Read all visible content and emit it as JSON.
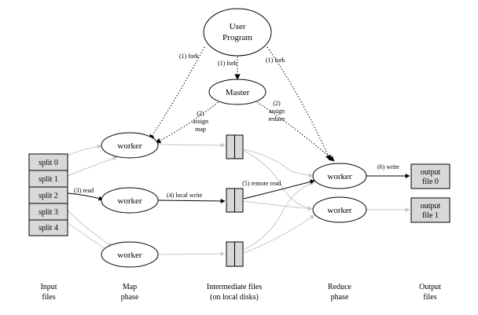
{
  "user_program": {
    "line1": "User",
    "line2": "Program"
  },
  "master": {
    "label": "Master"
  },
  "workers": {
    "map_top": "worker",
    "map_mid": "worker",
    "map_bot": "worker",
    "reduce_top": "worker",
    "reduce_bot": "worker"
  },
  "splits": [
    "split 0",
    "split 1",
    "split 2",
    "split 3",
    "split 4"
  ],
  "outputs": [
    {
      "line1": "output",
      "line2": "file 0"
    },
    {
      "line1": "output",
      "line2": "file 1"
    }
  ],
  "edge_labels": {
    "fork_left": "(1) fork",
    "fork_mid": "(1) fork",
    "fork_right": "(1) fork",
    "assign_map": {
      "l1": "(2)",
      "l2": "assign",
      "l3": "map"
    },
    "assign_reduce": {
      "l1": "(2)",
      "l2": "assign",
      "l3": "reduce"
    },
    "read": "(3) read",
    "local_write": "(4) local write",
    "remote_read": "(5) remote read",
    "write": "(6) write"
  },
  "phases": {
    "input": {
      "l1": "Input",
      "l2": "files"
    },
    "map": {
      "l1": "Map",
      "l2": "phase"
    },
    "intermediate": {
      "l1": "Intermediate files",
      "l2": "(on local disks)"
    },
    "reduce": {
      "l1": "Reduce",
      "l2": "phase"
    },
    "output": {
      "l1": "Output",
      "l2": "files"
    }
  },
  "colors": {
    "box_fill": "#d8d8d8",
    "stroke": "#000000",
    "inactive_edge": "#c8c8c8"
  }
}
